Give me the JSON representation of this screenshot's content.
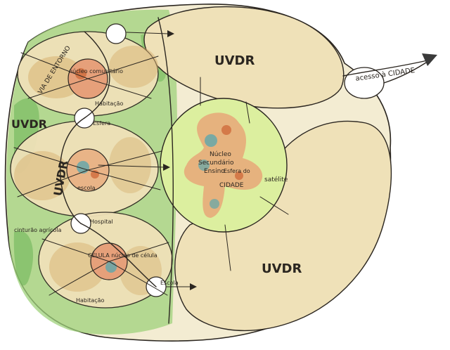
{
  "labels": {
    "udr_top": "UVDR",
    "udr_bottom": "UVDR",
    "udr_left": "UVDR",
    "udr_left_center": "UVDR",
    "access": "acesso à CIDADE",
    "road": "VIA DE ENTORNO",
    "node_top": "núcleo comunitário",
    "hub_top": "Habitação",
    "node_mid": "escola",
    "hub_mid": "Esfera",
    "node_bottom": "CÉLULA núcleo de célula",
    "hub_bottom": "Hospital",
    "node_bottom_extra": "Habitação",
    "centre_line1": "Núcleo",
    "centre_line2": "Secundário",
    "centre_line3": "Ensino",
    "centre_line4": "CIDADE",
    "centre_side": "satélite",
    "centre_extra": "Esfera do",
    "left_note": "cinturão agrícola",
    "bottom_node": "Escola"
  },
  "colors": {
    "ground": "#f5ebc8",
    "udr_fill": "#efe1b8",
    "green": "#7fc46a",
    "light_green": "#d7eca0",
    "ochre": "#d9b87a",
    "orange": "#e0894e",
    "teal": "#6aa9a6",
    "ink": "#2b2620",
    "arrow": "#3a3a3a"
  }
}
